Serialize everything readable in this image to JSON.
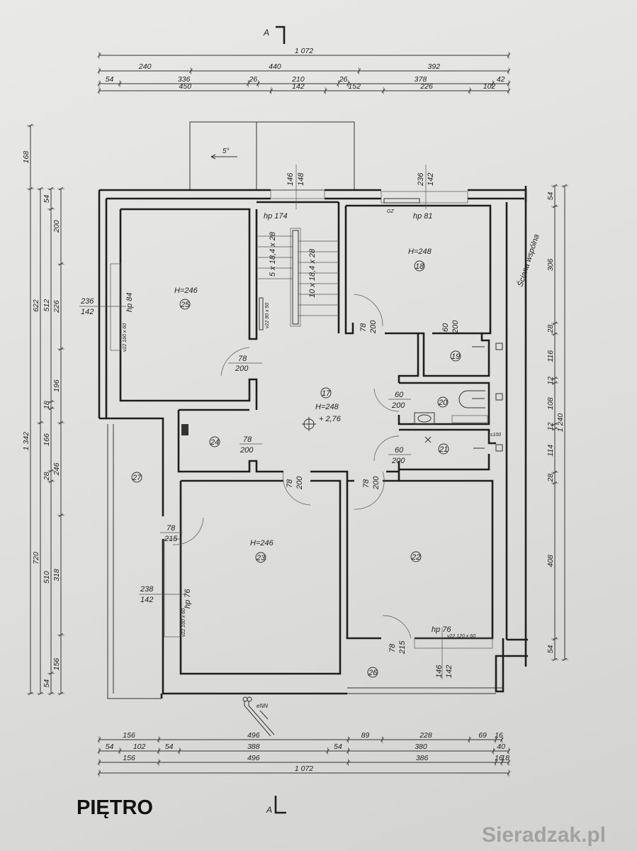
{
  "title": "PIĘTRO",
  "watermark": "Sieradzak.pl",
  "section_marker": "A",
  "slope_label": "5°",
  "common_wall_label": "Ściana wspólna",
  "electric_label": "eNN",
  "gas_label": "GZ",
  "drain_label": "s100",
  "rooms": [
    {
      "number": "25",
      "height": "H=246"
    },
    {
      "number": "18",
      "height": "H=248"
    },
    {
      "number": "19"
    },
    {
      "number": "20"
    },
    {
      "number": "21"
    },
    {
      "number": "17",
      "height": "H=248",
      "level": "+ 2,76"
    },
    {
      "number": "24"
    },
    {
      "number": "27"
    },
    {
      "number": "23",
      "height": "H=246"
    },
    {
      "number": "22"
    },
    {
      "number": "26"
    }
  ],
  "windows": [
    {
      "sill": "hp 174",
      "width": "146",
      "height": "148"
    },
    {
      "sill": "hp 81",
      "width": "236",
      "height": "142"
    },
    {
      "sill": "hp 84",
      "width": "236",
      "height": "142"
    },
    {
      "sill": "hp 76",
      "width": "238",
      "height": "142"
    },
    {
      "sill": "hp 76",
      "width": "146",
      "height": "142"
    }
  ],
  "doors": [
    {
      "width": "78",
      "height": "200"
    },
    {
      "width": "78",
      "height": "200"
    },
    {
      "width": "60",
      "height": "200"
    },
    {
      "width": "60",
      "height": "200"
    },
    {
      "width": "60",
      "height": "200"
    },
    {
      "width": "78",
      "height": "200"
    },
    {
      "width": "78",
      "height": "200"
    },
    {
      "width": "78",
      "height": "200"
    },
    {
      "width": "78",
      "height": "215"
    },
    {
      "width": "78",
      "height": "215"
    }
  ],
  "stairs": [
    "5 x 18,4 x 28",
    "10 x 18,4 x 28"
  ],
  "vents": [
    "v22 90 x 50",
    "v22 160 x 60",
    "v22 160 x 60",
    "v22 120 x 60"
  ],
  "dimensions": {
    "top": [
      [
        "1 072"
      ],
      [
        "240",
        "440",
        "392"
      ],
      [
        "54",
        "336",
        "26",
        "210",
        "26",
        "378",
        "42"
      ],
      [
        "450",
        "142",
        "152",
        "226",
        "102"
      ]
    ],
    "top_values": [
      [
        1072
      ],
      [
        240,
        440,
        392
      ],
      [
        54,
        336,
        26,
        210,
        26,
        378,
        42
      ],
      [
        450,
        142,
        152,
        226,
        102
      ]
    ],
    "bottom": [
      [
        "156",
        "496",
        "89",
        "228",
        "69",
        "16"
      ],
      [
        "54",
        "102",
        "54",
        "388",
        "54",
        "380",
        "40"
      ],
      [
        "156",
        "496",
        "386",
        "16",
        "18"
      ],
      [
        "1 072"
      ]
    ],
    "bottom_values": [
      [
        156,
        496,
        89,
        228,
        69,
        16
      ],
      [
        54,
        102,
        54,
        388,
        54,
        380,
        40
      ],
      [
        156,
        496,
        386,
        16,
        18
      ],
      [
        1072
      ]
    ],
    "left": [
      [
        "168",
        "1 342"
      ],
      [
        "622",
        "720"
      ],
      [
        "54",
        "512",
        "18",
        "166",
        "28",
        "510",
        "54"
      ],
      [
        "200",
        "226",
        "196",
        "246",
        "318",
        "156"
      ]
    ],
    "left_values": [
      [
        168,
        1342
      ],
      [
        622,
        720
      ],
      [
        54,
        512,
        18,
        166,
        28,
        510,
        54
      ],
      [
        200,
        226,
        196,
        246,
        318,
        156
      ]
    ],
    "right": [
      [
        "54",
        "306",
        "28",
        "116",
        "12",
        "108",
        "12",
        "114",
        "28",
        "408",
        "54"
      ],
      [
        "1 240"
      ]
    ],
    "right_values": [
      [
        54,
        306,
        28,
        116,
        12,
        108,
        12,
        114,
        28,
        408,
        54
      ],
      [
        1240
      ]
    ]
  }
}
